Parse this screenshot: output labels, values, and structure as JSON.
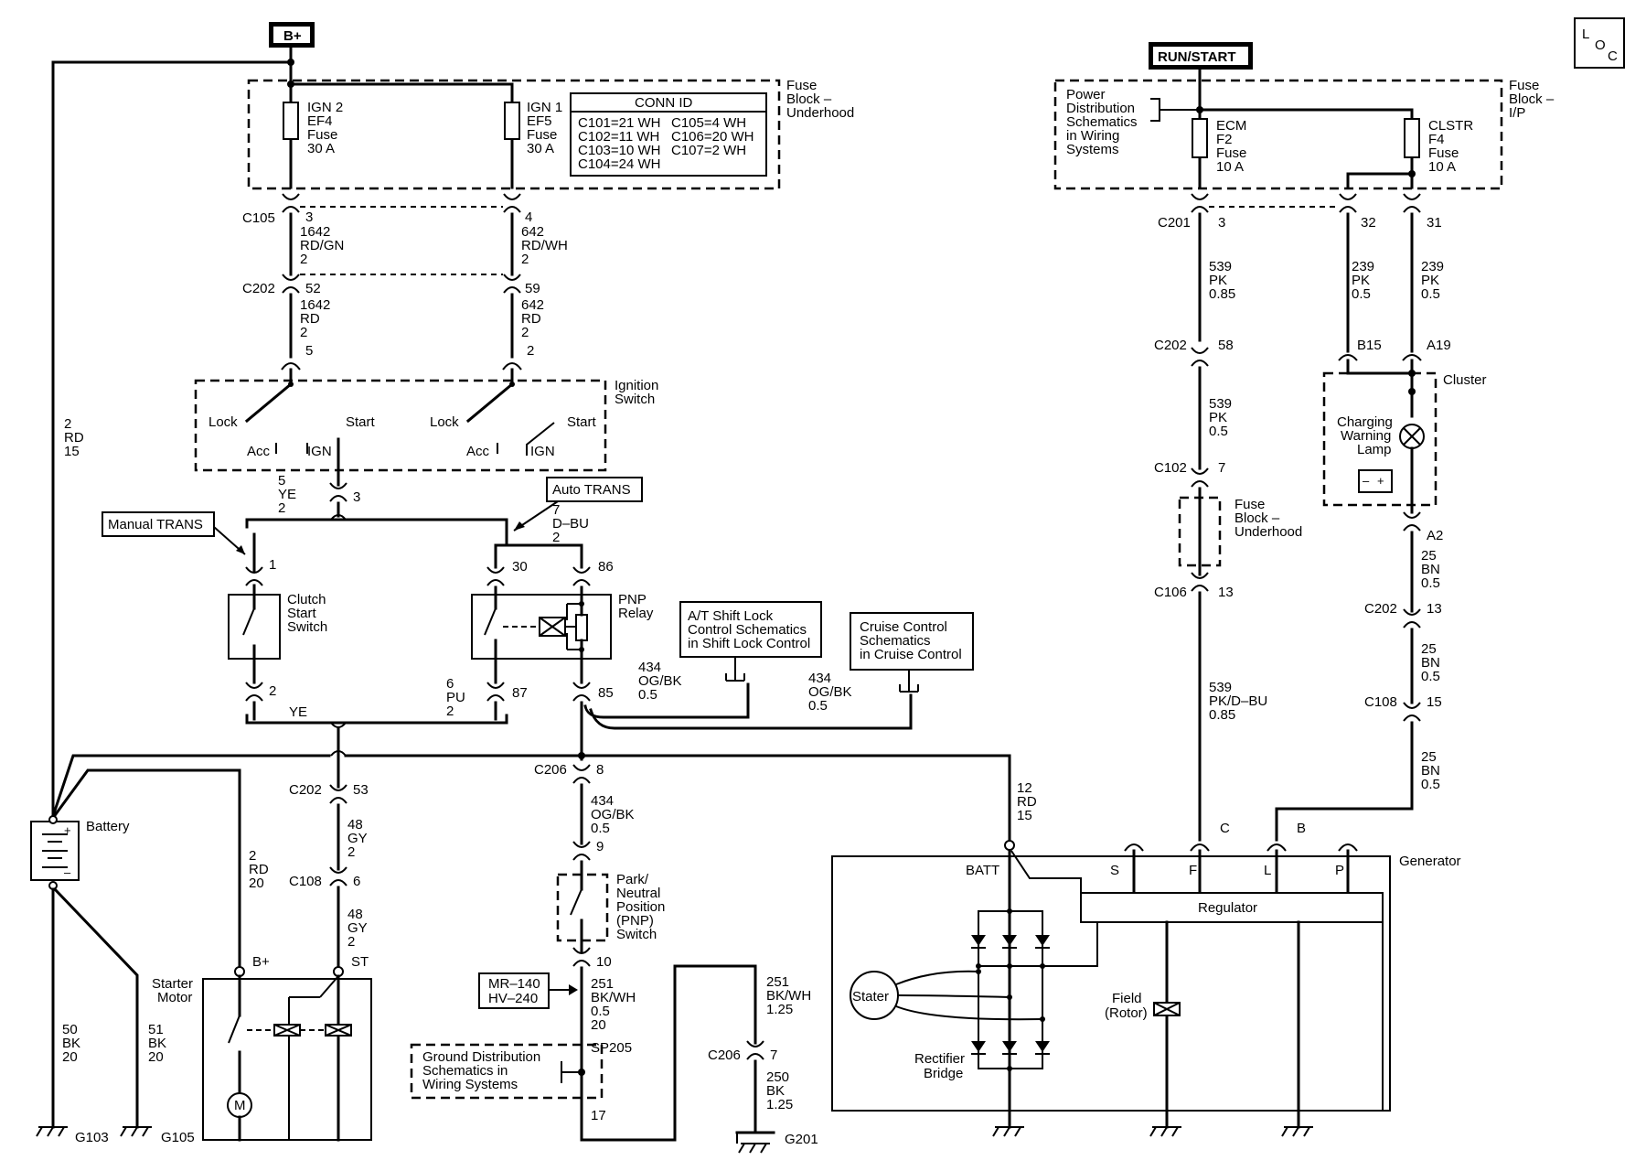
{
  "labels": {
    "bplus": "B+",
    "runstart": "RUN/START",
    "loc1": "L",
    "loc2": "O",
    "loc3": "C",
    "fuseblock_uh": [
      "Fuse",
      "Block –",
      "Underhood"
    ],
    "fuseblock_ip": [
      "Fuse",
      "Block –",
      "I/P"
    ],
    "ign2": [
      "IGN 2",
      "EF4",
      "Fuse",
      "30 A"
    ],
    "ign1": [
      "IGN 1",
      "EF5",
      "Fuse",
      "30 A"
    ],
    "ecm": [
      "ECM",
      "F2",
      "Fuse",
      "10 A"
    ],
    "clstr": [
      "CLSTR",
      "F4",
      "Fuse",
      "10 A"
    ],
    "powerdist": [
      "Power",
      "Distribution",
      "Schematics",
      "in Wiring",
      "Systems"
    ],
    "conn_title": "CONN ID",
    "conn_left": [
      "C101=21 WH",
      "C102=11 WH",
      "C103=10 WH",
      "C104=24 WH"
    ],
    "conn_right": [
      "C105=4 WH",
      "C106=20 WH",
      "C107=2 WH"
    ],
    "c105": "C105",
    "c202": "C202",
    "c201": "C201",
    "c102": "C102",
    "c106": "C106",
    "c108": "C108",
    "c206": "C206",
    "pin3": "3",
    "pin4": "4",
    "pin52": "52",
    "pin59": "59",
    "pin5": "5",
    "pin2": "2",
    "pin3b": "3",
    "pin32": "32",
    "pin31": "31",
    "pin58": "58",
    "pinB15": "B15",
    "pinA19": "A19",
    "pin7": "7",
    "pin13": "13",
    "pinA2": "A2",
    "pin13b": "13",
    "pin15": "15",
    "pin1": "1",
    "pin2b": "2",
    "pin30": "30",
    "pin86": "86",
    "pin87": "87",
    "pin85": "85",
    "pin53": "53",
    "pin6": "6",
    "pin8": "8",
    "pin9": "9",
    "pin10": "10",
    "pin17": "17",
    "pin7b": "7",
    "pin3c": "3",
    "w1642a": [
      "1642",
      "RD/GN",
      "2"
    ],
    "w642a": [
      "642",
      "RD/WH",
      "2"
    ],
    "w1642b": [
      "1642",
      "RD",
      "2"
    ],
    "w642b": [
      "642",
      "RD",
      "2"
    ],
    "w539a": [
      "539",
      "PK",
      "0.85"
    ],
    "w239a": [
      "239",
      "PK",
      "0.5"
    ],
    "w239b": [
      "239",
      "PK",
      "0.5"
    ],
    "w539b": [
      "539",
      "PK",
      "0.5"
    ],
    "w539c": [
      "539",
      "PK/D–BU",
      "0.85"
    ],
    "w25a": [
      "25",
      "BN",
      "0.5"
    ],
    "w25b": [
      "25",
      "BN",
      "0.5"
    ],
    "w25c": [
      "25",
      "BN",
      "0.5"
    ],
    "w2rd15": [
      "2",
      "RD",
      "15"
    ],
    "w5ye": [
      "5",
      "YE",
      "2"
    ],
    "w7dbu": [
      "7",
      "D–BU",
      "2"
    ],
    "w6pu": [
      "6",
      "PU",
      "2"
    ],
    "ye": "YE",
    "w434a": [
      "434",
      "OG/BK",
      "0.5"
    ],
    "w434b": [
      "434",
      "OG/BK",
      "0.5"
    ],
    "w434c": [
      "434",
      "OG/BK",
      "0.5"
    ],
    "w48a": [
      "48",
      "GY",
      "2"
    ],
    "w48b": [
      "48",
      "GY",
      "2"
    ],
    "w2rd20": [
      "2",
      "RD",
      "20"
    ],
    "w12rd": [
      "12",
      "RD",
      "15"
    ],
    "w251a": [
      "251",
      "BK/WH",
      "0.5",
      "20"
    ],
    "w251b": [
      "251",
      "BK/WH",
      "1.25"
    ],
    "w250": [
      "250",
      "BK",
      "1.25"
    ],
    "w50": [
      "50",
      "BK",
      "20"
    ],
    "w51": [
      "51",
      "BK",
      "20"
    ],
    "ignition": [
      "Ignition",
      "Switch"
    ],
    "lock": "Lock",
    "start": "Start",
    "acc": "Acc",
    "ign": "IGN",
    "manual": "Manual TRANS",
    "auto": "Auto TRANS",
    "clutch": [
      "Clutch",
      "Start",
      "Switch"
    ],
    "pnprelay": [
      "PNP",
      "Relay"
    ],
    "atshift": [
      "A/T Shift Lock",
      "Control Schematics",
      "in Shift Lock Control"
    ],
    "cruise": [
      "Cruise Control",
      "Schematics",
      "in Cruise Control"
    ],
    "cluster": "Cluster",
    "chgwarn": [
      "Charging",
      "Warning",
      "Lamp"
    ],
    "battery": "Battery",
    "starter": [
      "Starter",
      "Motor"
    ],
    "bplus2": "B+",
    "st": "ST",
    "parkneutral": [
      "Park/",
      "Neutral",
      "Position",
      "(PNP)",
      "Switch"
    ],
    "mr": [
      "MR–140",
      "HV–240"
    ],
    "sp205": "SP205",
    "grounddist": [
      "Ground Distribution",
      "Schematics in",
      "Wiring Systems"
    ],
    "generator": "Generator",
    "batt": "BATT",
    "s": "S",
    "f": "F",
    "l": "L",
    "p": "P",
    "c": "C",
    "bb": "B",
    "regulator": "Regulator",
    "stater": "Stater",
    "field": [
      "Field",
      "(Rotor)"
    ],
    "rectifier": [
      "Rectifier",
      "Bridge"
    ],
    "g103": "G103",
    "g105": "G105",
    "g201": "G201",
    "motor_m": "M"
  }
}
